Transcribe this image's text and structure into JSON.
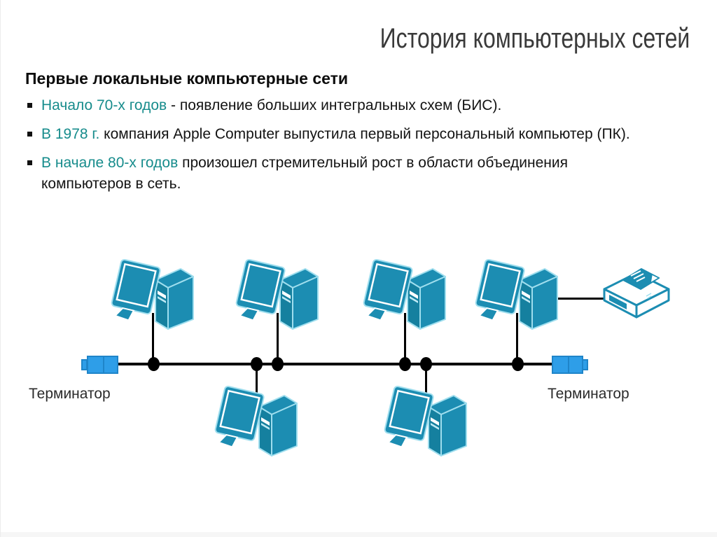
{
  "slide": {
    "title": "История компьютерных сетей",
    "heading": "Первые локальные компьютерные сети",
    "bullets": [
      {
        "highlight": "Начало 70-х годов",
        "rest": " - появление больших интегральных схем (БИС)."
      },
      {
        "highlight": "В 1978 г.",
        "rest": " компания Apple Computer выпустила первый персональный компьютер (ПК)."
      },
      {
        "highlight": "В начале 80-х годов",
        "rest": " произошел стремительный рост в области объединения компьютеров в сеть."
      }
    ]
  },
  "diagram": {
    "type": "bus-network-topology",
    "terminator_left_label": "Терминатор",
    "terminator_right_label": "Терминатор",
    "node_types": [
      "computer",
      "computer",
      "computer",
      "computer",
      "computer",
      "computer",
      "printer"
    ],
    "colors": {
      "accent_text_teal": "#178c8c",
      "device_teal": "#1c8db2",
      "device_highlight": "#9fdeee",
      "terminator_blue": "#2e9ee8",
      "line_black": "#000000",
      "title_gray": "#3a3a3a"
    }
  }
}
